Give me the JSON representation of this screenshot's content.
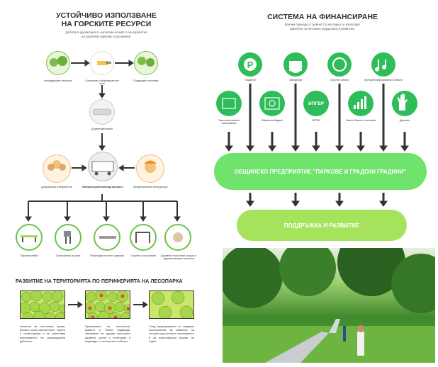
{
  "left": {
    "title_line1": "УСТОЙЧИВО ИЗПОЛЗВАНЕ",
    "title_line2": "НА ГОРСКИТЕ РЕСУРСИ",
    "subtitle_line1": "Добитата дървесина се използва на място за изработка",
    "subtitle_line2": "на различни паркови съоръжения.",
    "row1": [
      "Неподдържан лесопарк",
      "Санитарни и формировъчни сечи",
      "Поддържан лесопарк"
    ],
    "timber": "Дървен материал",
    "center_node": "Мобилна работилница на място",
    "volunteers": "Доброволци и безработни",
    "instructors": "Професионални инструктори",
    "products": [
      "Паркова мебел",
      "Съоръжения за игра",
      "Пешеходни пътеки и дюкери",
      "Спортни съоръжения",
      "Дървени стърготини за кухи и художественуми настилки"
    ],
    "section2_title": "РАЗВИТИЕ НА ТЕРИТОРИЯТА ПО ПЕРИФЕРИЯТА НА ЛЕСОПАРКА",
    "desc1": "Наличие на изсъхнали, криви, болни и сухи растителност. Гората е непроходима и не позволява използването на рекреационни дейности.",
    "desc2": "Премахване на изсъхнали, кривите и болни индивиди. Запазване на здрави мостовите дървета, когато с потенциал и индивиди с естетическа стойност.",
    "desc3": "След проредяването се създават пространства за развитие на площта под склопа и използването й за разнообразни форми на отдих."
  },
  "right": {
    "title": "СИСТЕМА НА ФИНАНСИРАНЕ",
    "subtitle_line1": "Всички приходи от дейността на парка се използват",
    "subtitle_line2": "директно за неговата поддръжка и развитие.",
    "top_sources": [
      "Паркинги",
      "Заведения",
      "Спортни обекти",
      "Културни мероприятия и обекти"
    ],
    "second_sources": [
      "Такса комплексно озеленяване",
      "Общински бюджет",
      "ИПГВР",
      "Частен бизнес и реклама",
      "Дарения"
    ],
    "ipgvr_badge": "ИПГВР",
    "parking_letter": "P",
    "enterprise": "ОБЩИНСКО ПРЕДПРИЯТИЕ \"ПАРКОВЕ И ГРАДСКИ ГРАДИНИ\"",
    "maintenance": "ПОДДРЪЖКА И РАЗВИТИЕ"
  },
  "colors": {
    "green": "#2ebd59",
    "light_green": "#6fe36b",
    "yellow_green": "#c9e86b",
    "dark": "#333333"
  }
}
